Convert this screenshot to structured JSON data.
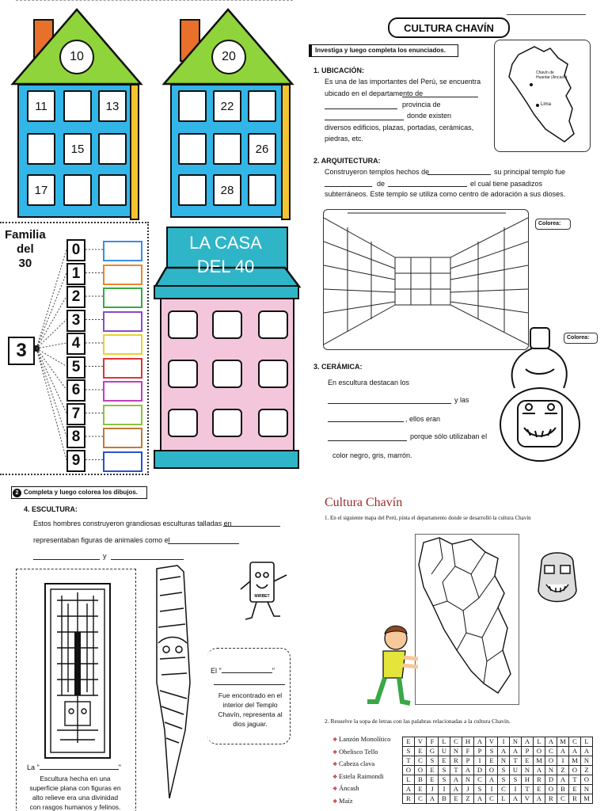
{
  "houses": {
    "house10": {
      "roof_number": "10",
      "windows": [
        "11",
        "",
        "13",
        "",
        "15",
        "",
        "17",
        "",
        ""
      ]
    },
    "house20": {
      "roof_number": "20",
      "windows": [
        "",
        "22",
        "",
        "",
        "",
        "26",
        "",
        "28",
        ""
      ]
    }
  },
  "familia": {
    "title_lines": [
      "Familia",
      "del",
      "30"
    ],
    "tens_digit": "3",
    "digits": [
      "0",
      "1",
      "2",
      "3",
      "4",
      "5",
      "6",
      "7",
      "8",
      "9"
    ],
    "box_colors": [
      "#3a8ee6",
      "#e8882a",
      "#3aa846",
      "#8a4bd0",
      "#e8d22a",
      "#e0333a",
      "#c040c0",
      "#8ac43a",
      "#c07a3a",
      "#2a52c8"
    ]
  },
  "casa40": {
    "title_lines": [
      "LA CASA",
      "DEL 40"
    ],
    "roof_color": "#2fb5c8",
    "wall_color": "#f4c6dc"
  },
  "chavin1": {
    "title": "CULTURA CHAVÍN",
    "instruction": "Investiga y luego completa los enunciados.",
    "map_labels": {
      "site": "Chavín de Huantar (Ancash)",
      "lima": "Lima"
    },
    "s1": {
      "heading": "1.  UBICACIÓN:",
      "lines": [
        "Es una de  las importantes del Perú, se encuentra",
        "ubicado en el departamento de",
        "provincia de",
        "donde  existen",
        "diversos edificios, plazas, portadas, cerámicas,",
        "piedras, etc."
      ]
    },
    "s2": {
      "heading": "2.  ARQUITECTURA:",
      "lines": [
        "Construyeron templos hechos de",
        "su principal templo fue",
        "de",
        "el cual tiene pasadizos",
        "subterráneos. Este templo  se utiliza  como centro de adoración a sus dioses."
      ]
    },
    "colorea": "Colorea:",
    "s3": {
      "heading": "3.  CERÁMICA:",
      "lines": [
        "En escultura destacan los",
        "y las",
        ", ellos eran",
        "porque  sólo utilizaban el",
        "color  negro, gris, marrón."
      ]
    }
  },
  "chavin2": {
    "instruction": "Completa y luego colorea los dibujos.",
    "heading": "4.  ESCULTURA:",
    "lines": [
      "Estos hombres construyeron  grandiosas esculturas  talladas en",
      "representaban  figuras  de  animales  como el",
      "y"
    ],
    "lanzon_prefix": "El \"",
    "lanzon_suffix": "\"",
    "lanzon_desc": [
      "Fue encontrado  en  el",
      "interior del Templo",
      "Chavín,  representa  al",
      "dios  jaguar."
    ],
    "estela_prefix": "La \"",
    "estela_suffix": "\"",
    "estela_desc": [
      "Escultura  hecha  en una",
      "superficie  plana  con figuras  en",
      "alto  relieve  era una  divinidad",
      "con rasgos humanos  y  felinos."
    ],
    "mascot_label": "MIRBET"
  },
  "chavin3": {
    "title": "Cultura Chavín",
    "q1": "1.    En el siguiente mapa del Perú,  pinta el departamento donde se desarrolló la cultura Chavín",
    "q2": "2.    Resuelve la sopa de letras con las palabras relacionadas a la cultura Chavín.",
    "words": [
      "Lanzón Monolítico",
      "Obelisco Tello",
      "Cabeza clava",
      "Estela Raimondi",
      "Áncash",
      "Maíz"
    ],
    "grid": [
      [
        "E",
        "V",
        "F",
        "L",
        "C",
        "H",
        "A",
        "V",
        "I",
        "N",
        "A",
        "L",
        "A",
        "M",
        "C",
        "L"
      ],
      [
        "S",
        "E",
        "G",
        "U",
        "N",
        "F",
        "P",
        "S",
        "A",
        "A",
        "P",
        "O",
        "C",
        "A",
        "A",
        "A"
      ],
      [
        "T",
        "C",
        "S",
        "E",
        "R",
        "P",
        "I",
        "E",
        "N",
        "T",
        "E",
        "M",
        "O",
        "I",
        "M",
        "N"
      ],
      [
        "O",
        "O",
        "E",
        "S",
        "T",
        "A",
        "D",
        "O",
        "S",
        "U",
        "N",
        "A",
        "N",
        "Z",
        "O",
        "Z"
      ],
      [
        "L",
        "B",
        "E",
        "S",
        "A",
        "N",
        "C",
        "A",
        "S",
        "S",
        "H",
        "R",
        "D",
        "A",
        "T",
        "O"
      ],
      [
        "A",
        "E",
        "J",
        "I",
        "A",
        "J",
        "S",
        "I",
        "C",
        "I",
        "T",
        "E",
        "O",
        "B",
        "E",
        "N"
      ],
      [
        "R",
        "C",
        "A",
        "B",
        "E",
        "Z",
        "A",
        "C",
        "L",
        "A",
        "V",
        "A",
        "R",
        "C",
        "R",
        "M"
      ]
    ]
  }
}
